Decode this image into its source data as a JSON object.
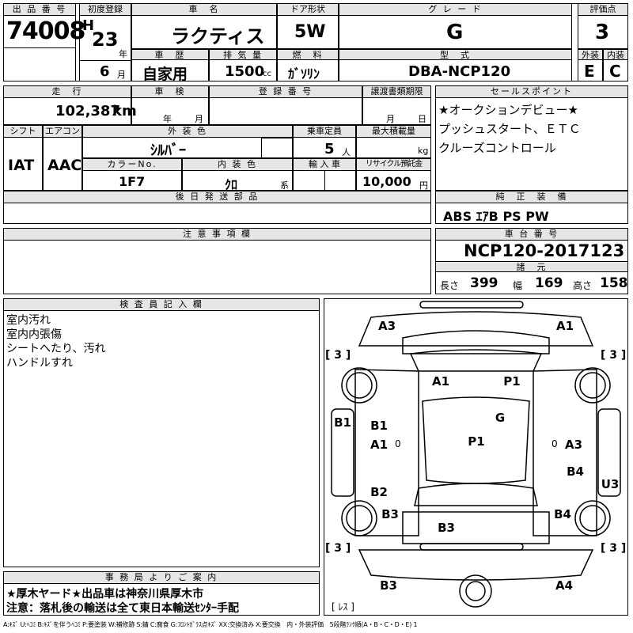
{
  "header": {
    "lot_no_label": "出 品 番 号",
    "lot_no": "74008",
    "first_reg_label": "初度登録",
    "era": "H",
    "year": "23",
    "year_unit": "年",
    "month": "6",
    "month_unit": "月",
    "car_name_label": "車　名",
    "car_name": "ラクティス",
    "door_label": "ドア形状",
    "door": "5W",
    "grade_label": "グ レ ー ド",
    "grade": "G",
    "score_label": "評価点",
    "score": "3",
    "history_label": "車　歴",
    "history": "自家用",
    "displacement_label": "排 気 量",
    "displacement": "1500",
    "displacement_unit": "cc",
    "fuel_label": "燃　料",
    "fuel": "ｶﾞｿﾘﾝ",
    "model_label": "型　式",
    "model": "DBA-NCP120",
    "exterior_label": "外装",
    "exterior": "E",
    "interior_label": "内装",
    "interior": "C"
  },
  "row2": {
    "mileage_label": "走　行",
    "mileage": "102,387",
    "mileage_unit": "km",
    "inspection_label": "車　検",
    "inspection_year_unit": "年",
    "inspection_month_unit": "月",
    "reg_no_label": "登 録 番 号",
    "transfer_label": "譲渡書類期限",
    "transfer_month_unit": "月",
    "transfer_day_unit": "日",
    "shift_label": "シフト",
    "shift": "IAT",
    "ac_label": "エアコン",
    "ac": "AAC",
    "ext_color_label": "外 装 色",
    "ext_color": "ｼﾙﾊﾞｰ",
    "capacity_label": "乗車定員",
    "capacity": "5",
    "capacity_unit": "人",
    "max_load_label": "最大積載量",
    "max_load_unit": "kg",
    "color_no_label": "カラーNo.",
    "color_no": "1F7",
    "int_color_label": "内 装 色",
    "int_color": "ｸﾛ",
    "int_color_unit": "系",
    "import_label": "輸 入 車",
    "recycle_label": "リサイクル預託金",
    "recycle": "10,000",
    "recycle_unit": "円",
    "later_parts_label": "後 日 発 送 部 品"
  },
  "sales_points": {
    "label": "セールスポイント",
    "lines": [
      "★オークションデビュー★",
      "プッシュスタート、ＥＴＣ",
      "クルーズコントロール"
    ]
  },
  "equipment": {
    "label": "純　正　装　備",
    "value": "ABS ｴｱB PS PW"
  },
  "notes": {
    "label": "注 意 事 項 欄"
  },
  "chassis": {
    "label": "車 台 番 号",
    "value": "NCP120-2017123",
    "dims_label": "諸　元",
    "length_label": "長さ",
    "length": "399",
    "width_label": "幅",
    "width": "169",
    "height_label": "高さ",
    "height": "158"
  },
  "inspector": {
    "label": "検 査 員 記 入 欄",
    "lines": [
      "室内汚れ",
      "室内内張傷",
      "シートへたり、汚れ",
      "ハンドルすれ"
    ]
  },
  "office": {
    "label": "事 務 局 よ り ご 案 内",
    "line1": "★厚木ヤード★出品車は神奈川県厚木市",
    "line2": "注意：落札後の輸送は全て東日本輸送ｾﾝﾀｰ手配"
  },
  "diagram": {
    "marks": [
      "A3",
      "A1",
      "A1",
      "P1",
      "B1",
      "B1",
      "G",
      "A1",
      "P1",
      "A3",
      "B4",
      "U3",
      "B2",
      "B3",
      "B4",
      "B3",
      "B3",
      "A4"
    ],
    "tires": [
      "[ 3 ]",
      "[ 3 ]",
      "[ 3 ]",
      "[ 3 ]"
    ],
    "spare": "[ ﾚｽ ]",
    "zeros": [
      "0",
      "0"
    ]
  },
  "legend": "A:ｷｽﾞ U:ﾍｺﾐ B:ｷｽﾞを伴うﾍｺﾐ P:要塗装 W:補修跡 S:錆 C:腐食 G:ﾌﾛﾝﾄｶﾞﾗｽ点ｷｽﾞ XX:交換済み X:要交換　内・外装評価　5段階ﾗﾝｸ順(A・B・C・D・E) 1"
}
